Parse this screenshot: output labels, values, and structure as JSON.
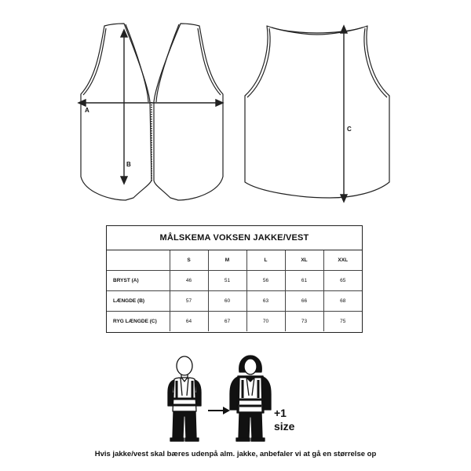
{
  "dimension_labels": {
    "a": "A",
    "b": "B",
    "c": "C"
  },
  "size_chart": {
    "title": "MÅLSKEMA VOKSEN JAKKE/VEST",
    "columns": [
      "S",
      "M",
      "L",
      "XL",
      "XXL"
    ],
    "rows": [
      {
        "label": "BRYST (A)",
        "values": [
          "46",
          "51",
          "56",
          "61",
          "65"
        ]
      },
      {
        "label": "LÆNGDE (B)",
        "values": [
          "57",
          "60",
          "63",
          "66",
          "68"
        ]
      },
      {
        "label": "RYG LÆNGDE (C)",
        "values": [
          "64",
          "67",
          "70",
          "73",
          "75"
        ]
      }
    ]
  },
  "size_up": {
    "line1": "+1",
    "line2": "size"
  },
  "footer_note": "Hvis jakke/vest skal bæres udenpå alm. jakke, anbefaler vi at gå en størrelse op",
  "icons": [
    "front-vest-diagram",
    "back-vest-diagram",
    "person-vest-icon",
    "arrow-right-icon",
    "person-jacket-vest-icon"
  ]
}
